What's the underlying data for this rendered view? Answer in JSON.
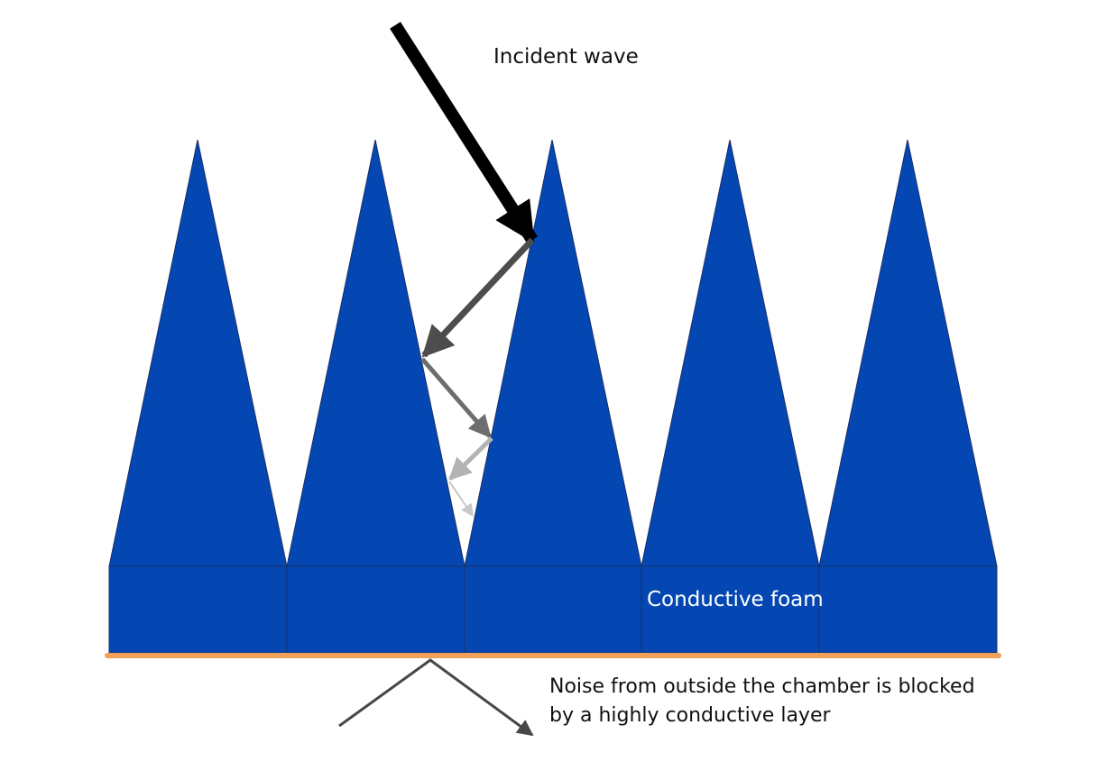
{
  "labels": {
    "incident_wave": "Incident wave",
    "conductive_foam": "Conductive foam",
    "noise_line1": "Noise from outside the chamber is blocked",
    "noise_line2": "by a highly conductive layer"
  },
  "colors": {
    "foam_blue": "#0447b3",
    "foam_edge": "#1a2f66",
    "conductive_layer": "#f0a05a",
    "incident_arrow": "#000000",
    "reflection_1": "#4d4d4d",
    "reflection_2": "#6e6e6e",
    "reflection_3": "#b3b3b3",
    "reflection_4": "#c8c8c8",
    "noise_line": "#474747"
  }
}
